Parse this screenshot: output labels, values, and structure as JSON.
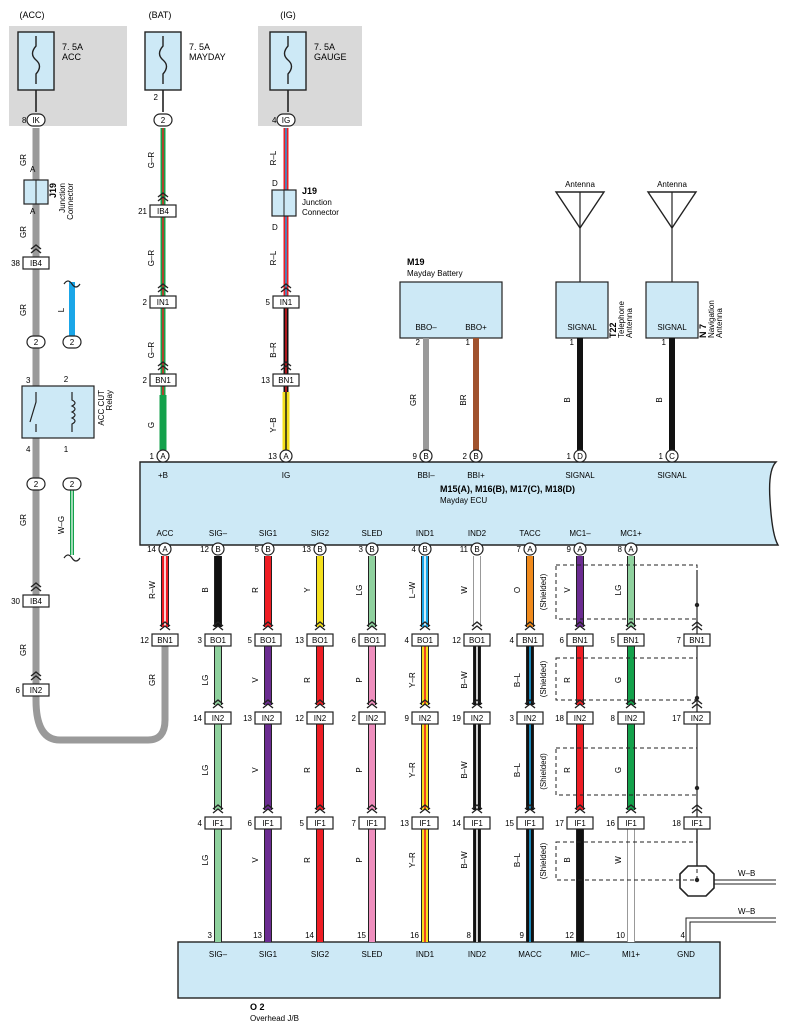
{
  "fuses": [
    {
      "source": "(ACC)",
      "rating": "7. 5A",
      "name": "ACC"
    },
    {
      "source": "(BAT)",
      "rating": "7. 5A",
      "name": "MAYDAY"
    },
    {
      "source": "(IG)",
      "rating": "7. 5A",
      "name": "GAUGE"
    }
  ],
  "junction": {
    "id": "J19",
    "line1": "Junction",
    "line2": "Connector"
  },
  "relay": {
    "line1": "ACC CUT",
    "line2": "Relay"
  },
  "battery": {
    "id": "M19",
    "name": "Mayday Battery",
    "terminals": [
      "BBO–",
      "BBO+"
    ]
  },
  "telephone_antenna": {
    "id": "T22",
    "line1": "Telephone",
    "line2": "Antenna",
    "label": "Antenna",
    "terminal": "SIGNAL"
  },
  "nav_antenna": {
    "id": "N 7",
    "line1": "Navigation",
    "line2": "Antenna",
    "label": "Antenna",
    "terminal": "SIGNAL"
  },
  "ecu": {
    "id": "M15(A), M16(B), M17(C), M18(D)",
    "name": "Mayday ECU",
    "top_terminals": [
      "+B",
      "IG",
      "BBI–",
      "BBI+",
      "SIGNAL",
      "SIGNAL"
    ],
    "bottom_terminals": [
      "ACC",
      "SIG–",
      "SIG1",
      "SIG2",
      "SLED",
      "IND1",
      "IND2",
      "TACC",
      "MC1–",
      "MC1+"
    ]
  },
  "jb": {
    "id": "O 2",
    "name": "Overhead J/B",
    "terminals": [
      "SIG–",
      "SIG1",
      "SIG2",
      "SLED",
      "IND1",
      "IND2",
      "MACC",
      "MIC–",
      "MI1+",
      "GND"
    ]
  },
  "shielded": "(Shielded)",
  "ground_wire": "W–B",
  "top_wires": [
    {
      "pins": [
        "8",
        "IK"
      ],
      "labels": [
        [
          "GR"
        ],
        [
          "A"
        ],
        [
          "A"
        ],
        [
          "GR"
        ],
        [
          "38",
          "IB4"
        ],
        [
          "GR"
        ],
        [
          "2"
        ],
        [
          "3"
        ],
        [
          "4"
        ],
        [
          "2"
        ],
        [
          "GR"
        ],
        [
          "30",
          "IB4"
        ],
        [
          "GR"
        ],
        [
          "6",
          "IN2"
        ],
        [
          "GR"
        ],
        [
          "14"
        ]
      ]
    },
    {
      "pins": [
        "2",
        "2"
      ],
      "labels": [
        [
          "G–R"
        ],
        [
          "21",
          "IB4"
        ],
        [
          "G–R"
        ],
        [
          "2",
          "IN1"
        ],
        [
          "G–R"
        ],
        [
          "2",
          "BN1"
        ],
        [
          "G"
        ],
        [
          "1"
        ]
      ]
    },
    {
      "pins": [
        "4",
        "IG"
      ],
      "labels": [
        [
          "R–L"
        ],
        [
          "D"
        ],
        [
          "D"
        ],
        [
          "R–L"
        ],
        [
          "5",
          "IN1"
        ],
        [
          "B–R"
        ],
        [
          "13",
          "BN1"
        ],
        [
          "Y–B"
        ],
        [
          "13"
        ]
      ]
    }
  ],
  "misc": {
    "L": "L",
    "WG": "W–G",
    "relay_pin2": "2",
    "relay_pin1": "1",
    "bat_pins": [
      "2",
      "1"
    ],
    "bat_wires": [
      "GR",
      "BR"
    ],
    "bat_ecu": [
      [
        "9",
        "B"
      ],
      [
        "2",
        "B"
      ]
    ],
    "sig_pins": [
      "1",
      "1"
    ],
    "sig_wires": [
      "B",
      "B"
    ],
    "sig_ecu": [
      [
        "1",
        "D"
      ],
      [
        "1",
        "C"
      ]
    ],
    "top_ecu": [
      [
        "1",
        "A"
      ],
      [
        "13",
        "A"
      ]
    ]
  },
  "circuits": [
    {
      "ecu_pin": "14",
      "conn": "A",
      "w1": "R–W",
      "w2": "GR",
      "bn1": "12",
      "jb": ""
    },
    {
      "ecu_pin": "12",
      "conn": "B",
      "w1": "B",
      "bo": "3",
      "w2": "LG",
      "in2": "14",
      "w3": "LG",
      "if1": "4",
      "w4": "LG",
      "jb": "3"
    },
    {
      "ecu_pin": "5",
      "conn": "B",
      "w1": "R",
      "bo": "5",
      "w2": "V",
      "in2": "13",
      "w3": "V",
      "if1": "6",
      "w4": "V",
      "jb": "13"
    },
    {
      "ecu_pin": "13",
      "conn": "B",
      "w1": "Y",
      "bo": "13",
      "w2": "R",
      "in2": "12",
      "w3": "R",
      "if1": "5",
      "w4": "R",
      "jb": "14"
    },
    {
      "ecu_pin": "3",
      "conn": "B",
      "w1": "LG",
      "bo": "6",
      "w2": "P",
      "in2": "2",
      "w3": "P",
      "if1": "7",
      "w4": "P",
      "jb": "15"
    },
    {
      "ecu_pin": "4",
      "conn": "B",
      "w1": "L–W",
      "bo": "4",
      "w2": "Y–R",
      "in2": "9",
      "w3": "Y–R",
      "if1": "13",
      "w4": "Y–R",
      "jb": "16"
    },
    {
      "ecu_pin": "11",
      "conn": "B",
      "w1": "W",
      "bo": "12",
      "w2": "B–W",
      "in2": "19",
      "w3": "B–W",
      "if1": "14",
      "w4": "B–W",
      "jb": "8"
    },
    {
      "ecu_pin": "7",
      "conn": "A",
      "w1": "O",
      "bn": "4",
      "w2": "B–L",
      "in2": "3",
      "w3": "B–L",
      "if1": "15",
      "w4": "B–L",
      "jb": "9"
    },
    {
      "ecu_pin": "9",
      "conn": "A",
      "w1": "V",
      "bn": "6",
      "w2": "R",
      "in2": "18",
      "w3": "R",
      "if1": "17",
      "w4": "B",
      "jb": "12"
    },
    {
      "ecu_pin": "8",
      "conn": "A",
      "w1": "LG",
      "bn": "5",
      "w2": "G",
      "in2": "8",
      "w3": "G",
      "if1": "16",
      "w4": "W",
      "jb": "10"
    },
    {
      "bn": "7",
      "in2": "17",
      "if1": "18",
      "jb": "4"
    }
  ],
  "conn_names": {
    "bo": "BO1",
    "bn": "BN1",
    "in2": "IN2",
    "if1": "IF1"
  },
  "colors": {
    "GR": "#9a9a9a",
    "G": "#13a14b",
    "LG": "#8fd19e",
    "R": "#ee1d24",
    "V": "#6b2c91",
    "Y": "#f4e01d",
    "P": "#ef8fbe",
    "O": "#f08a1c",
    "L": "#1aa6e8",
    "B": "#111111",
    "W": "#ffffff",
    "BR": "#a0522d",
    "box": "#cde9f6",
    "panel": "#d9d9d9"
  }
}
